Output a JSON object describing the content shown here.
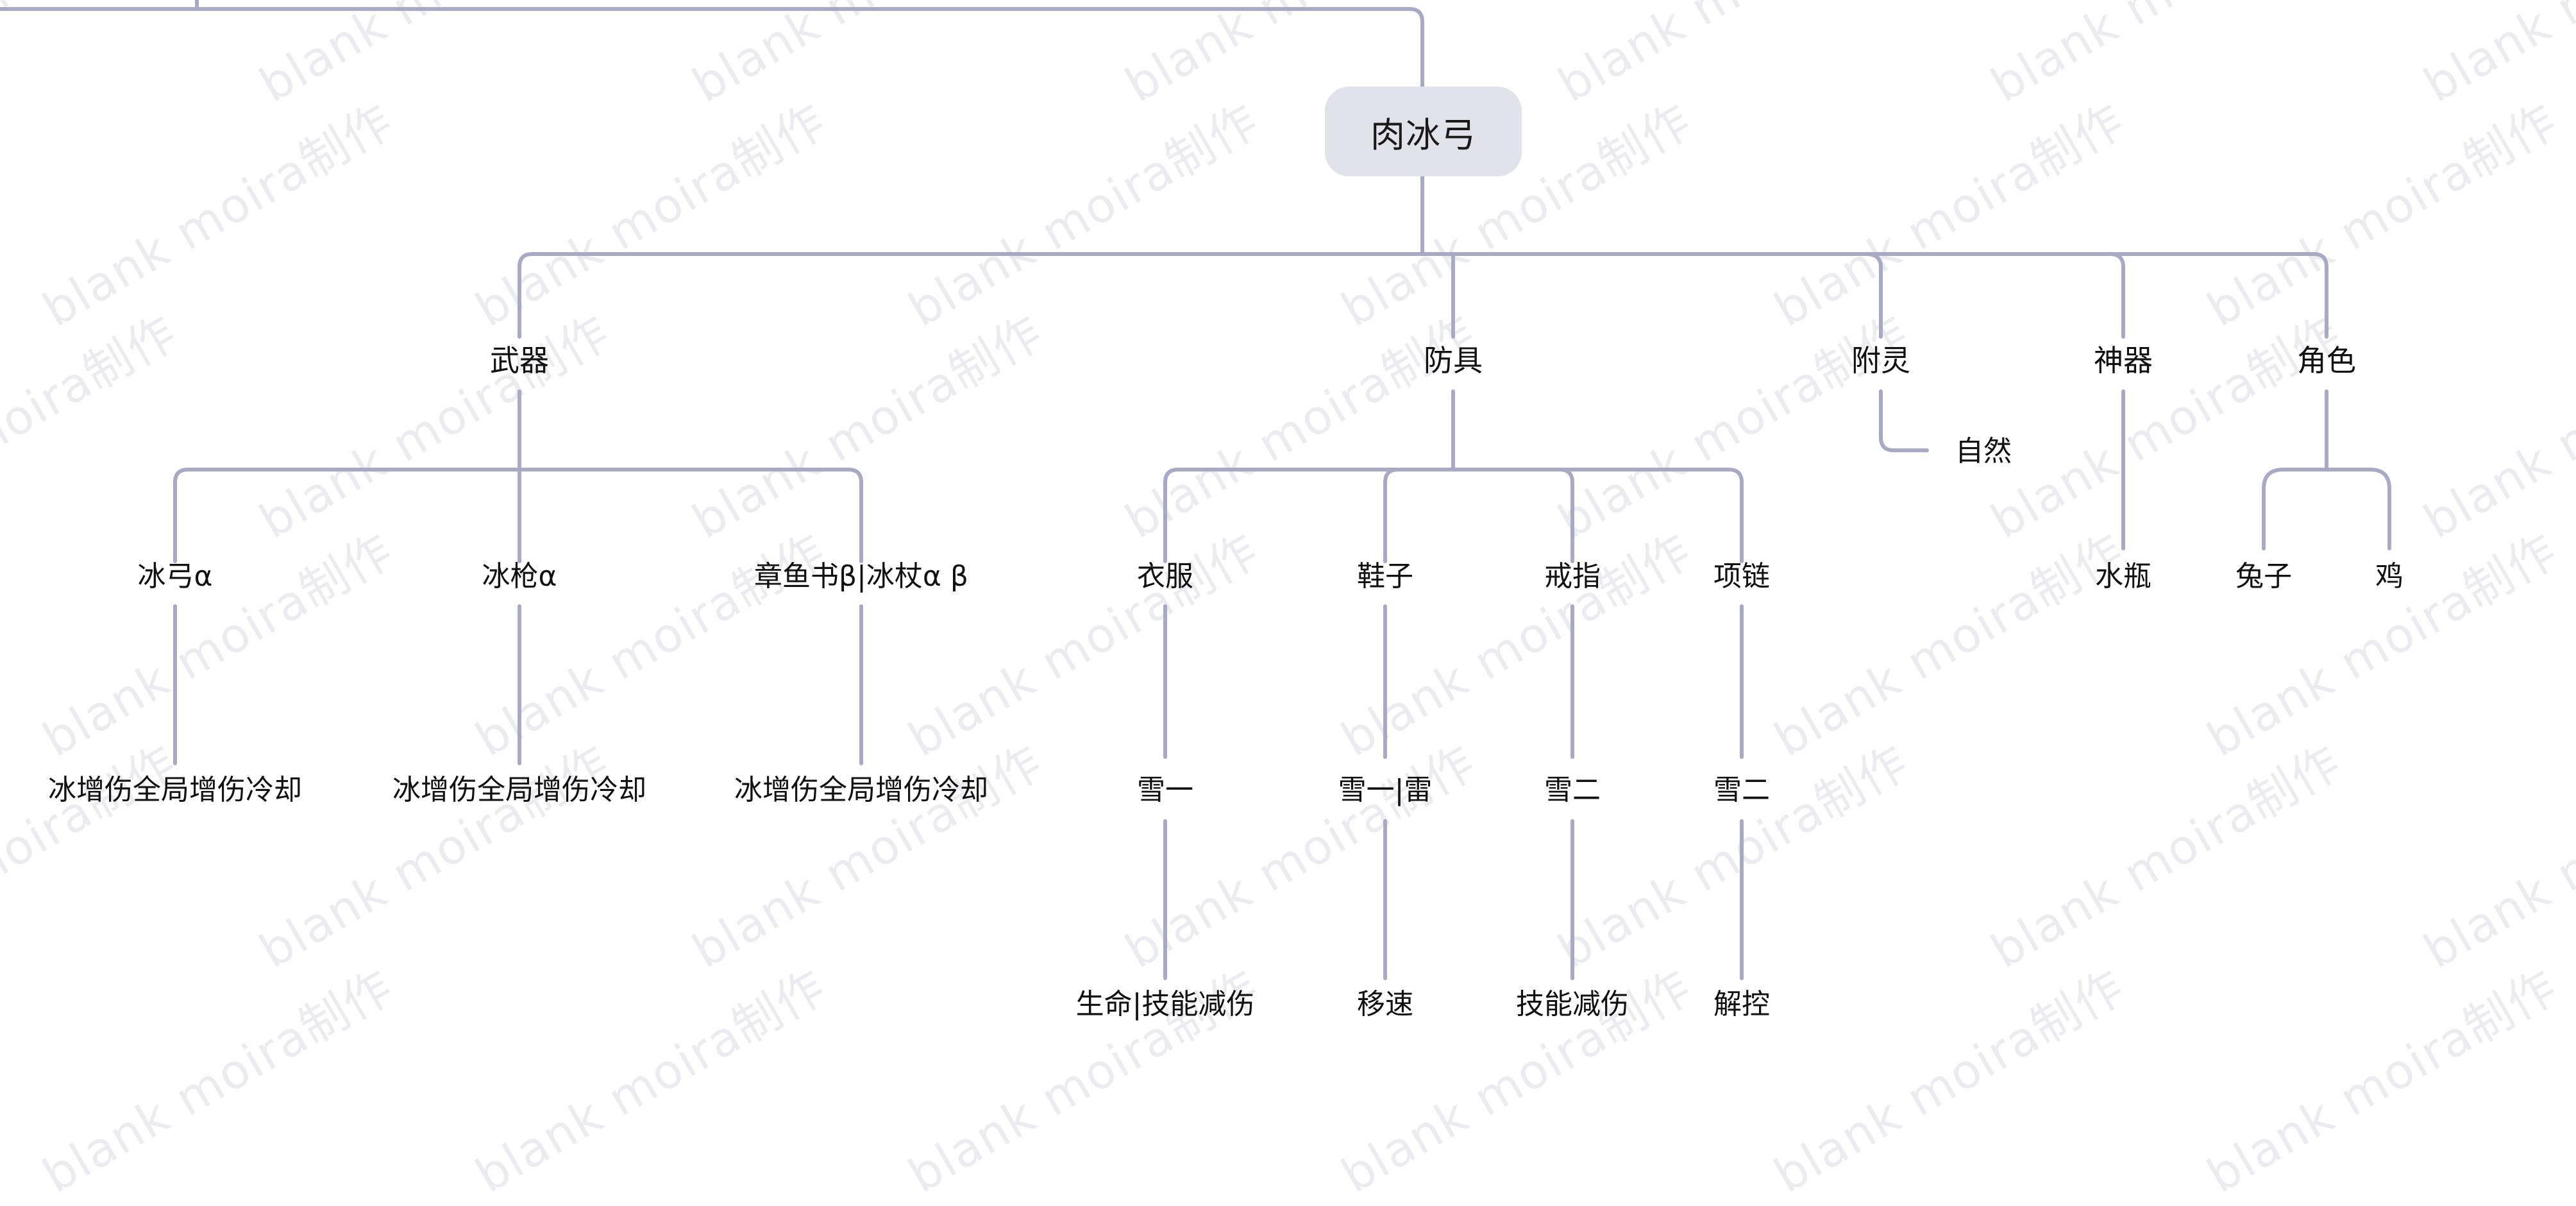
{
  "colors": {
    "connector": "#a9a9c6",
    "root_fill": "#e2e2ea",
    "text": "#111111",
    "watermark": "#ececf0"
  },
  "root": {
    "label": "肉冰弓"
  },
  "branches": {
    "weapon": {
      "label": "武器",
      "children": [
        {
          "label": "冰弓α",
          "detail": "冰增伤全局增伤冷却"
        },
        {
          "label": "冰枪α",
          "detail": "冰增伤全局增伤冷却"
        },
        {
          "label": "章鱼书β|冰杖α β",
          "detail": "冰增伤全局增伤冷却"
        }
      ]
    },
    "armor": {
      "label": "防具",
      "children": [
        {
          "label": "衣服",
          "set": "雪一",
          "stat": "生命|技能减伤"
        },
        {
          "label": "鞋子",
          "set": "雪一|雷",
          "stat": "移速"
        },
        {
          "label": "戒指",
          "set": "雪二",
          "stat": "技能减伤"
        },
        {
          "label": "项链",
          "set": "雪二",
          "stat": "解控"
        }
      ]
    },
    "enchant": {
      "label": "附灵",
      "children": [
        {
          "label": "自然"
        }
      ]
    },
    "artifact": {
      "label": "神器",
      "children": [
        {
          "label": "水瓶"
        }
      ]
    },
    "character": {
      "label": "角色",
      "children": [
        {
          "label": "兔子"
        },
        {
          "label": "鸡"
        }
      ]
    }
  },
  "watermark": "blank moira制作"
}
